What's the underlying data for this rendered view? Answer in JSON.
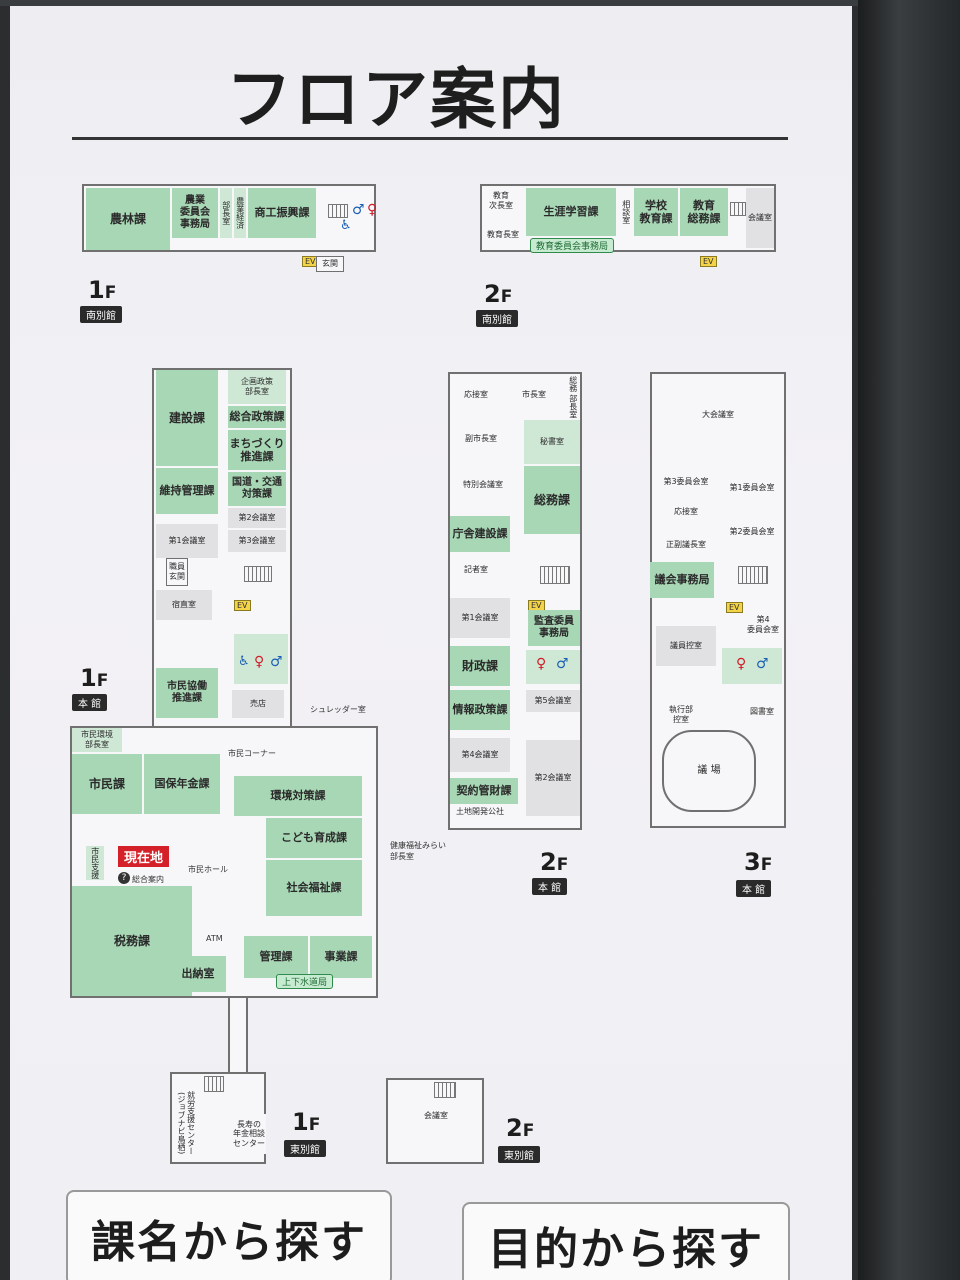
{
  "title": "フロア案内",
  "south_1f": {
    "floor": "1",
    "f": "F",
    "tag": "南別館",
    "rooms": [
      "農林課",
      "農業\n委員会\n事務局",
      "部長室",
      "農業経済",
      "商工振興課",
      "玄関"
    ]
  },
  "south_2f": {
    "floor": "2",
    "f": "F",
    "tag": "南別館",
    "rooms": [
      "教育\n次長室",
      "教育長室",
      "生涯学習課",
      "相談室",
      "学校\n教育課",
      "教育\n総務課",
      "会議室"
    ],
    "badge": "教育委員会事務局"
  },
  "main_1f": {
    "floor": "1",
    "f": "F",
    "tag": "本 館",
    "rooms": {
      "kikaku": "企画政策\n部長室",
      "sogo": "総合政策課",
      "machi": "まちづくり\n推進課",
      "kokudo": "国道・交通\n対策課",
      "kaigi2": "第2会議室",
      "kaigi3": "第3会議室",
      "kensetsu": "建設課",
      "iji": "維持管理課",
      "kaigi1": "第1会議室",
      "shokuin": "職員\n玄関",
      "shukuchoku": "宿直室",
      "kyodo": "市民協働\n推進課",
      "baiten": "売店",
      "shredder": "シュレッダー室",
      "nokan": "市民環境\n部長室",
      "shimin_corner": "市民コーナー",
      "shimin": "市民課",
      "kokuho": "国保年金課",
      "kankyo": "環境対策課",
      "kodomo": "こども育成課",
      "kenko": "健康福祉みらい\n部長室",
      "shakai": "社会福祉課",
      "shiminka": "市民支援",
      "hall": "市民ホール",
      "sogo_annai": "総合案内",
      "zeimu": "税務課",
      "suito": "出納室",
      "kanri": "管理課",
      "jigyo": "事業課",
      "gesui": "上下水道局",
      "atm": "ATM",
      "here": "現在地"
    }
  },
  "main_2f": {
    "floor": "2",
    "f": "F",
    "tag": "本 館",
    "rooms": {
      "osetsu": "応接室",
      "shicho": "市長室",
      "somu_bucho": "総務\n部長室",
      "fukushicho": "副市長室",
      "hisho": "秘書室",
      "tokubetsu": "特別会議室",
      "somu": "総務課",
      "chosha": "庁舎建設課",
      "kisha": "記者室",
      "kaigi1": "第1会議室",
      "kansa": "監査委員\n事務局",
      "zaisei": "財政課",
      "kaigi5": "第5会議室",
      "joho": "情報政策課",
      "kaigi4": "第4会議室",
      "keiyaku": "契約管財課",
      "tochi": "土地開発公社",
      "kaigi2": "第2会議室"
    }
  },
  "main_3f": {
    "floor": "3",
    "f": "F",
    "tag": "本 館",
    "rooms": {
      "dai": "大会議室",
      "iin3": "第3委員会室",
      "iin1": "第1委員会室",
      "osetsu": "応接室",
      "iin2": "第2委員会室",
      "fukugicho": "正副議長室",
      "gikai": "議会事務局",
      "iin4": "第4\n委員会室",
      "giin": "議員控室",
      "shikkobu": "執行部\n控室",
      "tosho": "図書室",
      "gijo": "議 場"
    }
  },
  "east_1f": {
    "floor": "1",
    "f": "F",
    "tag": "東別館",
    "rooms": [
      "就労支援センター\n(ジョブナビ鳥栖)",
      "長寿の\n年金相談\nセンター"
    ]
  },
  "east_2f": {
    "floor": "2",
    "f": "F",
    "tag": "東別館",
    "rooms": [
      "会議室"
    ]
  },
  "buttons": {
    "by_section": "課名から探す",
    "by_purpose": "目的から探す"
  }
}
